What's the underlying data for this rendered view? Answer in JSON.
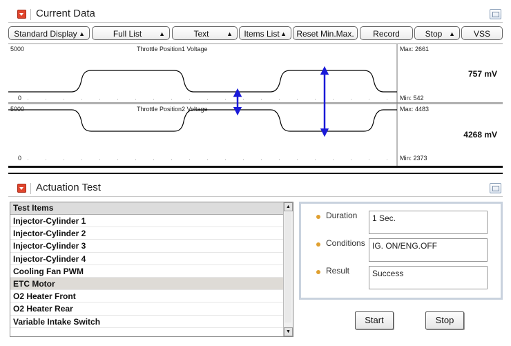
{
  "current_data": {
    "title": "Current Data",
    "toolbar": [
      {
        "label": "Standard Display",
        "dropdown": true
      },
      {
        "label": "Full List",
        "dropdown": true
      },
      {
        "label": "Text",
        "dropdown": true
      },
      {
        "label": "Items List",
        "dropdown": true
      },
      {
        "label": "Reset Min.Max.",
        "dropdown": false
      },
      {
        "label": "Record",
        "dropdown": false
      },
      {
        "label": "Stop",
        "dropdown": true
      },
      {
        "label": "VSS",
        "dropdown": false
      }
    ],
    "graphs": [
      {
        "title": "Throttle Position1 Voltage",
        "y_max_label": "5000",
        "y_min_label": "0",
        "max_text": "Max: 2661",
        "min_text": "Min: 542",
        "current_value": "757 mV"
      },
      {
        "title": "Throttle Position2 Voltage",
        "y_max_label": "5000",
        "y_min_label": "0",
        "max_text": "Max: 4483",
        "min_text": "Min: 2373",
        "current_value": "4268 mV"
      }
    ]
  },
  "actuation_test": {
    "title": "Actuation Test",
    "list_header": "Test Items",
    "items": [
      "Injector-Cylinder 1",
      "Injector-Cylinder 2",
      "Injector-Cylinder 3",
      "Injector-Cylinder 4",
      "Cooling Fan PWM",
      "ETC Motor",
      "O2 Heater Front",
      "O2 Heater Rear",
      "Variable Intake Switch"
    ],
    "selected_item": "ETC Motor",
    "duration_label": "Duration",
    "duration_value": "1 Sec.",
    "conditions_label": "Conditions",
    "conditions_value": "IG. ON/ENG.OFF",
    "result_label": "Result",
    "result_value": "Success",
    "start_label": "Start",
    "stop_label": "Stop"
  },
  "colors": {
    "accent_red": "#e0452d",
    "arrow_blue": "#1a1ad8",
    "bullet": "#e0a030"
  },
  "icons": {
    "collapse": "collapse-arrow-icon",
    "window": "window-restore-icon",
    "scroll_up": "scroll-up-arrow-icon",
    "scroll_down": "scroll-down-arrow-icon"
  }
}
